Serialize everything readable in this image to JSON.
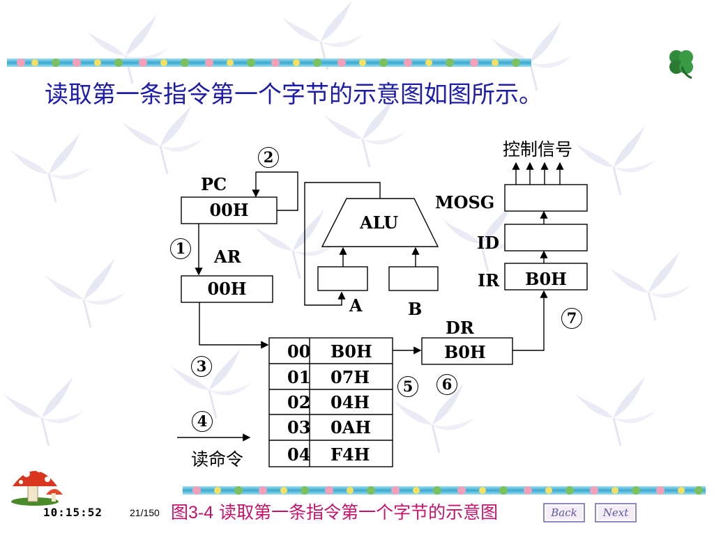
{
  "slide": {
    "title": "读取第一条指令第一个字节的示意图如图所示。"
  },
  "diagram": {
    "control_signals_label": "控制信号",
    "pc": {
      "label": "PC",
      "value": "00H"
    },
    "ar": {
      "label": "AR",
      "value": "00H"
    },
    "alu": {
      "label": "ALU"
    },
    "reg_a": {
      "label": "A"
    },
    "reg_b": {
      "label": "B"
    },
    "mosg": {
      "label": "MOSG"
    },
    "id": {
      "label": "ID"
    },
    "ir": {
      "label": "IR",
      "value": "B0H"
    },
    "dr": {
      "label": "DR",
      "value": "B0H"
    },
    "read_command_label": "读命令",
    "memory": [
      {
        "addr": "00",
        "value": "B0H"
      },
      {
        "addr": "01",
        "value": "07H"
      },
      {
        "addr": "02",
        "value": "04H"
      },
      {
        "addr": "03",
        "value": "0AH"
      },
      {
        "addr": "04",
        "value": "F4H"
      }
    ],
    "steps": [
      "1",
      "2",
      "3",
      "4",
      "5",
      "6",
      "7"
    ]
  },
  "footer": {
    "time": "10:15:52",
    "page": "21/150",
    "caption_prefix": "图3-4",
    "caption_text": " 读取第一条指令第一个字节的示意图",
    "back_label": "Back",
    "next_label": "Next"
  },
  "colors": {
    "title": "#1c1ca8",
    "caption": "#c4136c",
    "border_band": "#4ab8d8"
  }
}
